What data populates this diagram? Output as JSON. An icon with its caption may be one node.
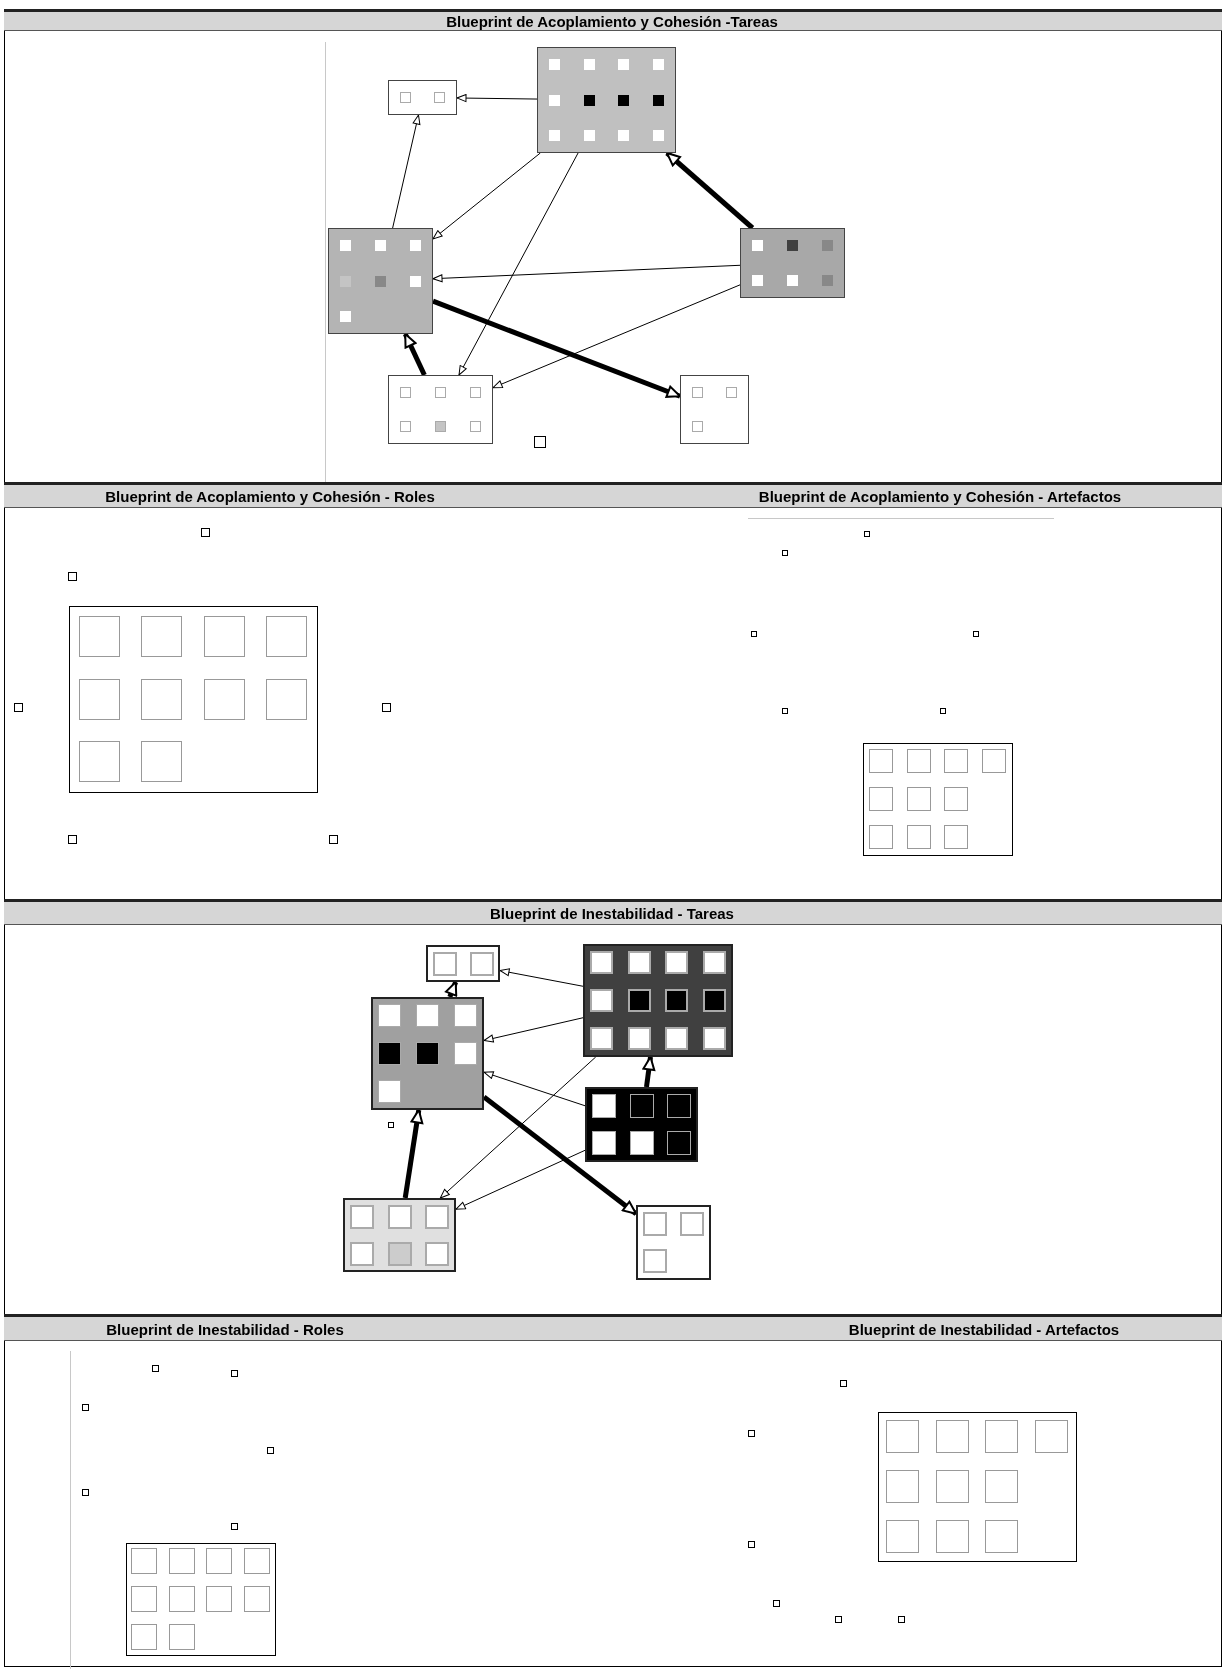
{
  "diagram": {
    "nodes": [
      {
        "text": [],
        "shape": "box"
      },
      {
        "text": [],
        "shape": "box"
      },
      {
        "text": [],
        "shape": "box"
      },
      {
        "text": [],
        "shape": "box"
      },
      {
        "text": [],
        "shape": "box"
      },
      {
        "text": [],
        "shape": "box"
      },
      {
        "text": [],
        "shape": "box"
      },
      {
        "text": [],
        "shape": "box"
      },
      {
        "text": [],
        "shape": "box"
      },
      {
        "text": [],
        "shape": "box"
      },
      {
        "text": [],
        "shape": "box"
      },
      {
        "text": [],
        "shape": "box"
      },
      {
        "text": [],
        "shape": "box"
      },
      {
        "text": [],
        "shape": "box"
      },
      {
        "text": [],
        "shape": "box"
      },
      {
        "text": [],
        "shape": "box"
      },
      {
        "text": [],
        "shape": "box"
      },
      {
        "text": [],
        "shape": "box"
      },
      {
        "text": [],
        "shape": "box"
      },
      {
        "text": [],
        "shape": "box"
      },
      {
        "text": [],
        "shape": "box"
      },
      {
        "text": [],
        "shape": "box"
      },
      {
        "text": [],
        "shape": "box"
      },
      {
        "text": [],
        "shape": "box"
      },
      {
        "text": [],
        "shape": "box"
      },
      {
        "text": [],
        "shape": "box"
      },
      {
        "text": [],
        "shape": "box"
      },
      {
        "text": [],
        "shape": "box"
      },
      {
        "text": [],
        "shape": "box"
      },
      {
        "text": [],
        "shape": "box"
      },
      {
        "text": [],
        "shape": "box"
      },
      {
        "text": [],
        "shape": "box"
      },
      {
        "text": [],
        "shape": "box"
      },
      {
        "text": [],
        "shape": "box"
      },
      {
        "text": [],
        "shape": "box"
      },
      {
        "text": [],
        "shape": "box"
      },
      {
        "text": [],
        "shape": "box"
      },
      {
        "text": [],
        "shape": "box"
      },
      {
        "text": [],
        "shape": "box"
      },
      {
        "text": [],
        "shape": "box"
      },
      {
        "text": [],
        "shape": "box"
      },
      {
        "text": [],
        "shape": "box"
      }
    ],
    "edges": [
      {
        "from": 0,
        "to": 1,
        "arrow": "to"
      },
      {
        "from": 2,
        "to": 1,
        "arrow": "to"
      },
      {
        "from": 0,
        "to": 2,
        "arrow": "to"
      },
      {
        "from": 0,
        "to": 4,
        "arrow": "to"
      },
      {
        "from": 3,
        "to": 0,
        "arrow": "to",
        "style": "thick"
      },
      {
        "from": 3,
        "to": 2,
        "arrow": "to"
      },
      {
        "from": 3,
        "to": 4,
        "arrow": "to"
      },
      {
        "from": 4,
        "to": 2,
        "arrow": "to",
        "style": "thick"
      },
      {
        "from": 2,
        "to": 5,
        "arrow": "to",
        "style": "thick"
      },
      {
        "from": 21,
        "to": 22,
        "arrow": "to"
      },
      {
        "from": 23,
        "to": 22,
        "arrow": "to",
        "style": "thick"
      },
      {
        "from": 21,
        "to": 23,
        "arrow": "to"
      },
      {
        "from": 24,
        "to": 23,
        "arrow": "to"
      },
      {
        "from": 21,
        "to": 26,
        "arrow": "to"
      },
      {
        "from": 24,
        "to": 26,
        "arrow": "to"
      },
      {
        "from": 24,
        "to": 21,
        "arrow": "to",
        "style": "thick"
      },
      {
        "from": 26,
        "to": 23,
        "arrow": "to",
        "style": "thick"
      },
      {
        "from": 23,
        "to": 27,
        "arrow": "to",
        "style": "thick"
      }
    ],
    "labels": [
      "Blueprint de Acoplamiento y Cohesión -Tareas",
      "Blueprint de Acoplamiento y Cohesión - Roles",
      "Blueprint de Acoplamiento y Cohesión - Artefactos",
      "Blueprint de Inestabilidad - Tareas",
      "Blueprint de Inestabilidad - Roles",
      "Blueprint de Inestabilidad - Artefactos"
    ]
  }
}
